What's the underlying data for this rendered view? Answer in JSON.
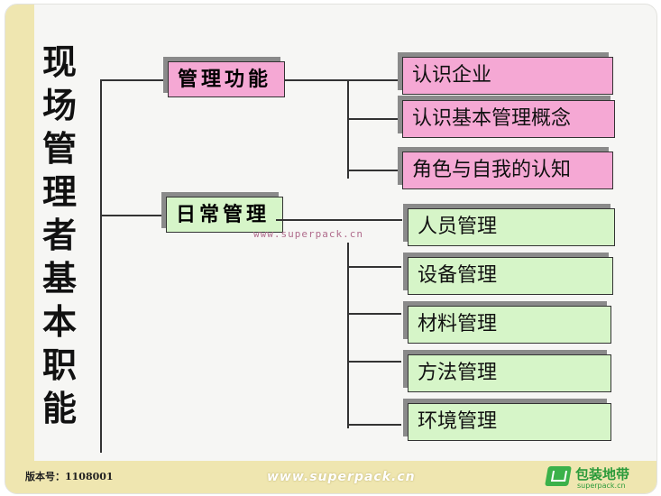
{
  "title": "现场管理者基本职能",
  "categories": [
    {
      "label": "管理功能",
      "items": [
        "认识企业",
        "认识基本管理概念",
        "角色与自我的认知"
      ]
    },
    {
      "label": "日常管理",
      "items": [
        "人员管理",
        "设备管理",
        "材料管理",
        "方法管理",
        "环境管理"
      ]
    }
  ],
  "watermark": "www.superpack.cn",
  "footer": {
    "version": "版本号：1108001",
    "url": "www.superpack.cn",
    "logo_text": "包装地带",
    "logo_sub": "superpack.cn"
  },
  "colors": {
    "pink": "#f5a8d4",
    "green": "#d6f5c8",
    "band": "#efe6b0"
  }
}
